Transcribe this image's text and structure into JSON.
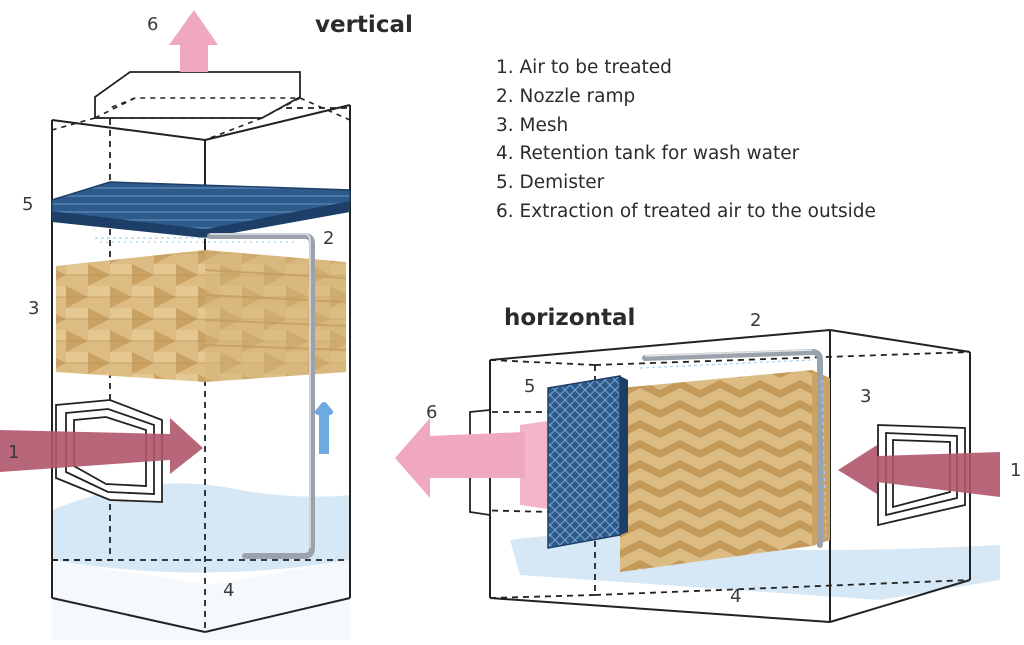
{
  "titles": {
    "vertical": "vertical",
    "horizontal": "horizontal"
  },
  "legend": [
    "1. Air to be treated",
    "2. Nozzle ramp",
    "3. Mesh",
    "4. Retention tank for wash water",
    "5. Demister",
    "6. Extraction of treated air to the outside"
  ],
  "vertical_labels": {
    "n1": "1",
    "n2": "2",
    "n3": "3",
    "n4": "4",
    "n5": "5",
    "n6": "6"
  },
  "horizontal_labels": {
    "n1": "1",
    "n2": "2",
    "n3": "3",
    "n4": "4",
    "n5": "5",
    "n6": "6"
  },
  "colors": {
    "air_in": "#b0566c",
    "air_out": "#f0a8c0",
    "demister": "#2d5b8c",
    "mesh": "#dcbc82",
    "water": "#d6e8f6",
    "pipe": "#9aa3ab",
    "flow_arrow": "#6ea9e0"
  }
}
